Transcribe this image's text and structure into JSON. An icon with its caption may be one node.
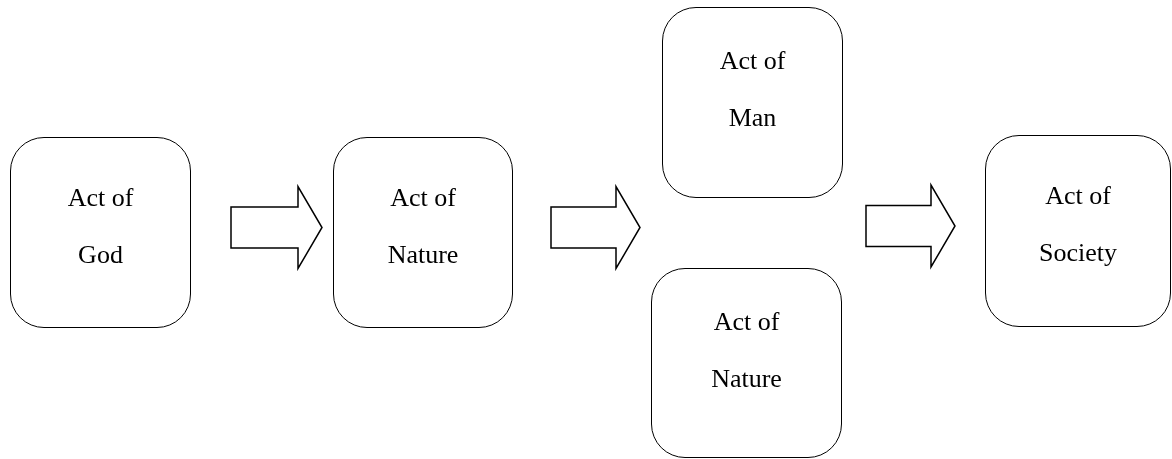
{
  "diagram": {
    "nodes": [
      {
        "text": [
          "Act of God"
        ]
      },
      {
        "text": [
          "Act of Nature"
        ]
      },
      {
        "text": [
          "Act of Man"
        ]
      },
      {
        "text": [
          "Act of Nature"
        ]
      },
      {
        "text": [
          "Act of Society"
        ]
      }
    ],
    "edges": [
      {
        "from": 0,
        "to": 1,
        "arrow": "to"
      },
      {
        "from": 1,
        "to": 2,
        "arrow": "to"
      },
      {
        "from": 1,
        "to": 3,
        "arrow": "to"
      },
      {
        "from": 2,
        "to": 4,
        "arrow": "to"
      },
      {
        "from": 3,
        "to": 4,
        "arrow": "to"
      }
    ]
  }
}
